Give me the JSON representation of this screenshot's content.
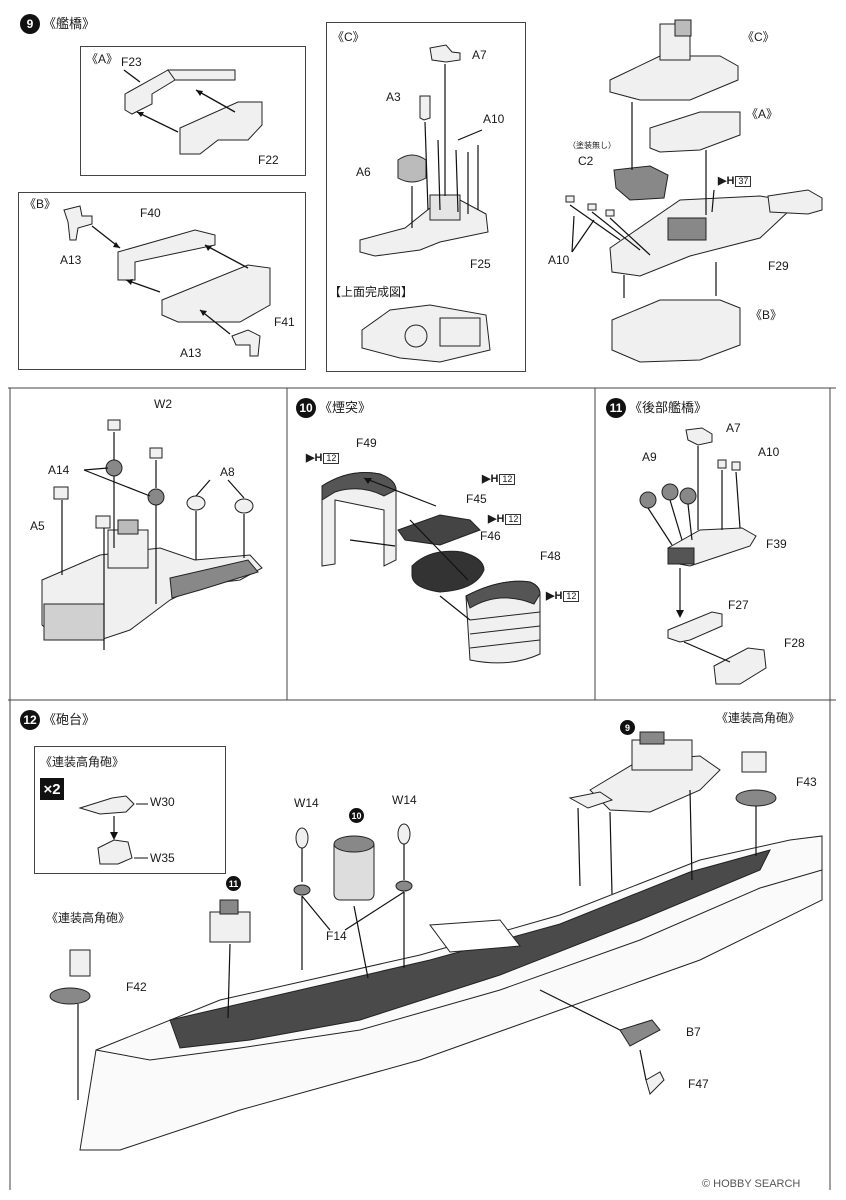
{
  "steps": {
    "s9": {
      "number": "9",
      "title": "《艦橋》"
    },
    "s10": {
      "number": "10",
      "title": "《煙突》"
    },
    "s11": {
      "number": "11",
      "title": "《後部艦橋》"
    },
    "s12": {
      "number": "12",
      "title": "《砲台》"
    }
  },
  "s9": {
    "boxA": {
      "tag": "《A》",
      "parts": [
        "F23",
        "F22"
      ]
    },
    "boxB": {
      "tag": "《B》",
      "parts": [
        "F40",
        "A13",
        "F41",
        "A13"
      ]
    },
    "boxC": {
      "tag": "《C》",
      "parts": [
        "A7",
        "A3",
        "A10",
        "A6",
        "F25"
      ],
      "top_view": "【上面完成図】"
    },
    "assembly": {
      "tag_c": "《C》",
      "tag_a": "《A》",
      "tag_b": "《B》",
      "note": "（塗装無し）",
      "parts": [
        "C2",
        "A10",
        "F29"
      ],
      "ph": "37"
    },
    "lower": {
      "parts": [
        "W2",
        "A14",
        "A8",
        "A5"
      ]
    }
  },
  "s10": {
    "parts": [
      "F49",
      "F45",
      "F46",
      "F48"
    ],
    "ph": [
      "12",
      "12",
      "12",
      "12"
    ]
  },
  "s11": {
    "parts": [
      "A7",
      "A9",
      "A10",
      "F39",
      "F27",
      "F28"
    ]
  },
  "s12": {
    "inset": {
      "title": "《連装高角砲》",
      "multiplier": "×2",
      "parts": [
        "W30",
        "W35"
      ]
    },
    "twin_left": "《連装高角砲》",
    "twin_right": "《連装高角砲》",
    "parts": [
      "W14",
      "W14",
      "F14",
      "F42",
      "F43",
      "B7",
      "F47"
    ],
    "refs": [
      "9",
      "10",
      "11"
    ]
  },
  "watermark": "© HOBBY SEARCH"
}
